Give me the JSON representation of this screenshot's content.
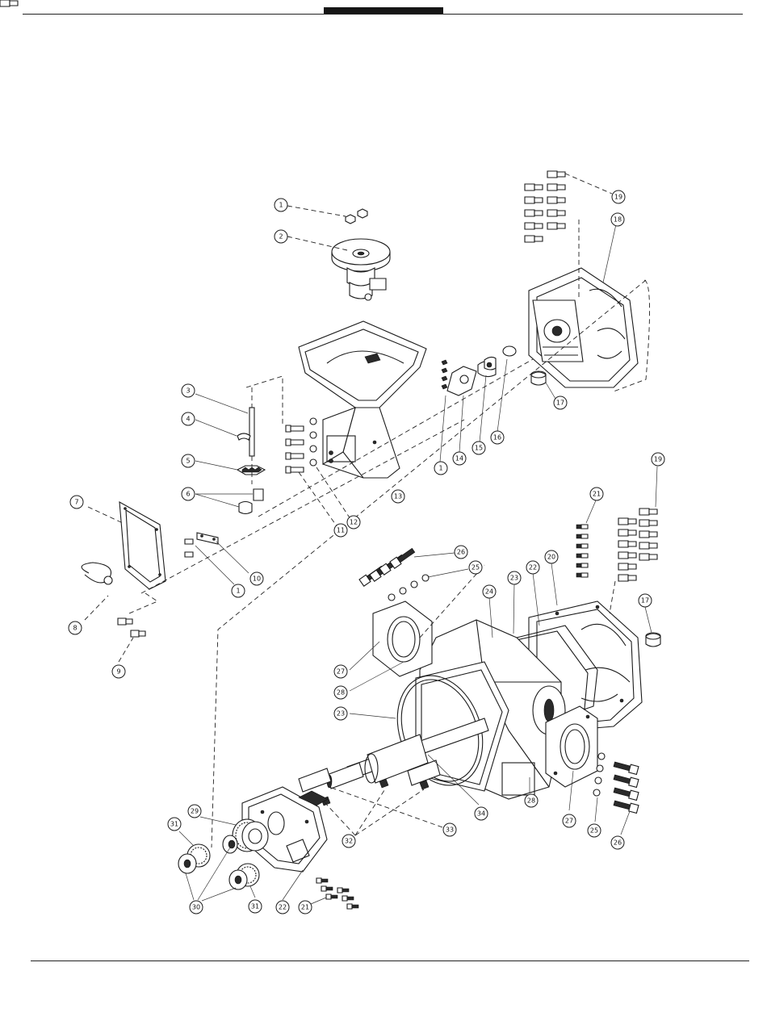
{
  "colors": {
    "ink": "#1b1b1b",
    "paper": "#ffffff",
    "header_tab": "#161616"
  },
  "callouts": [
    {
      "key": "c1a",
      "label": "1"
    },
    {
      "key": "c2",
      "label": "2"
    },
    {
      "key": "c3",
      "label": "3"
    },
    {
      "key": "c4",
      "label": "4"
    },
    {
      "key": "c5",
      "label": "5"
    },
    {
      "key": "c6",
      "label": "6"
    },
    {
      "key": "c7",
      "label": "7"
    },
    {
      "key": "c8",
      "label": "8"
    },
    {
      "key": "c9",
      "label": "9"
    },
    {
      "key": "c1b",
      "label": "1"
    },
    {
      "key": "c10",
      "label": "10"
    },
    {
      "key": "c11",
      "label": "11"
    },
    {
      "key": "c12",
      "label": "12"
    },
    {
      "key": "c13",
      "label": "13"
    },
    {
      "key": "c1c",
      "label": "1"
    },
    {
      "key": "c14",
      "label": "14"
    },
    {
      "key": "c15",
      "label": "15"
    },
    {
      "key": "c16",
      "label": "16"
    },
    {
      "key": "c17a",
      "label": "17"
    },
    {
      "key": "c18",
      "label": "18"
    },
    {
      "key": "c19a",
      "label": "19"
    },
    {
      "key": "c19b",
      "label": "19"
    },
    {
      "key": "c21a",
      "label": "21"
    },
    {
      "key": "c20",
      "label": "20"
    },
    {
      "key": "c22a",
      "label": "22"
    },
    {
      "key": "c23a",
      "label": "23"
    },
    {
      "key": "c24",
      "label": "24"
    },
    {
      "key": "c25a",
      "label": "25"
    },
    {
      "key": "c26a",
      "label": "26"
    },
    {
      "key": "c17b",
      "label": "17"
    },
    {
      "key": "c27a",
      "label": "27"
    },
    {
      "key": "c28a",
      "label": "28"
    },
    {
      "key": "c23b",
      "label": "23"
    },
    {
      "key": "c29",
      "label": "29"
    },
    {
      "key": "c31a",
      "label": "31"
    },
    {
      "key": "c30",
      "label": "30"
    },
    {
      "key": "c31b",
      "label": "31"
    },
    {
      "key": "c22b",
      "label": "22"
    },
    {
      "key": "c21b",
      "label": "21"
    },
    {
      "key": "c32",
      "label": "32"
    },
    {
      "key": "c33",
      "label": "33"
    },
    {
      "key": "c34",
      "label": "34"
    },
    {
      "key": "c28b",
      "label": "28"
    },
    {
      "key": "c27b",
      "label": "27"
    },
    {
      "key": "c25b",
      "label": "25"
    },
    {
      "key": "c26b",
      "label": "26"
    }
  ]
}
